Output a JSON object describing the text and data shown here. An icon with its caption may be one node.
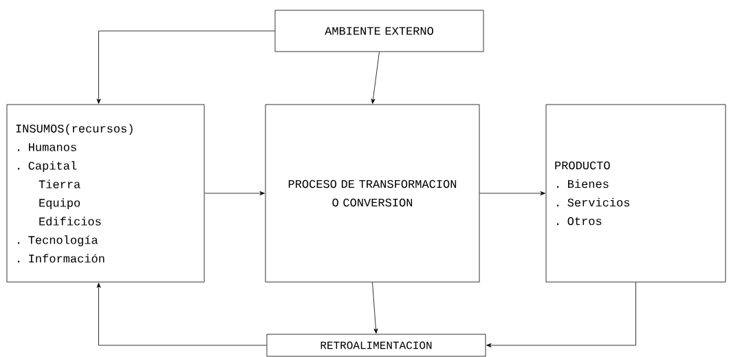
{
  "diagram": {
    "nodes": [
      {
        "text": [
          "AMBIENTE EXTERNO"
        ]
      },
      {
        "text": [
          "INSUMOS(recursos)",
          ". Humanos",
          ". Capital",
          "Tierra",
          "Equipo",
          "Edificios",
          ". Tecnología",
          ". Información"
        ]
      },
      {
        "text": [
          "PROCESO DE TRANSFORMACION O CONVERSION"
        ]
      },
      {
        "text": [
          "PRODUCTO",
          ". Bienes",
          ". Servicios",
          ". Otros"
        ]
      },
      {
        "text": [
          "RETROALIMENTACION"
        ]
      }
    ],
    "edges": [
      {
        "from": 0,
        "to": 1,
        "arrow": "to"
      },
      {
        "from": 0,
        "to": 2,
        "arrow": "to"
      },
      {
        "from": 1,
        "to": 2,
        "arrow": "to"
      },
      {
        "from": 2,
        "to": 3,
        "arrow": "to"
      },
      {
        "from": 2,
        "to": 4,
        "arrow": "to"
      },
      {
        "from": 3,
        "to": 4,
        "arrow": "to"
      },
      {
        "from": 4,
        "to": 1,
        "arrow": "to"
      }
    ]
  }
}
